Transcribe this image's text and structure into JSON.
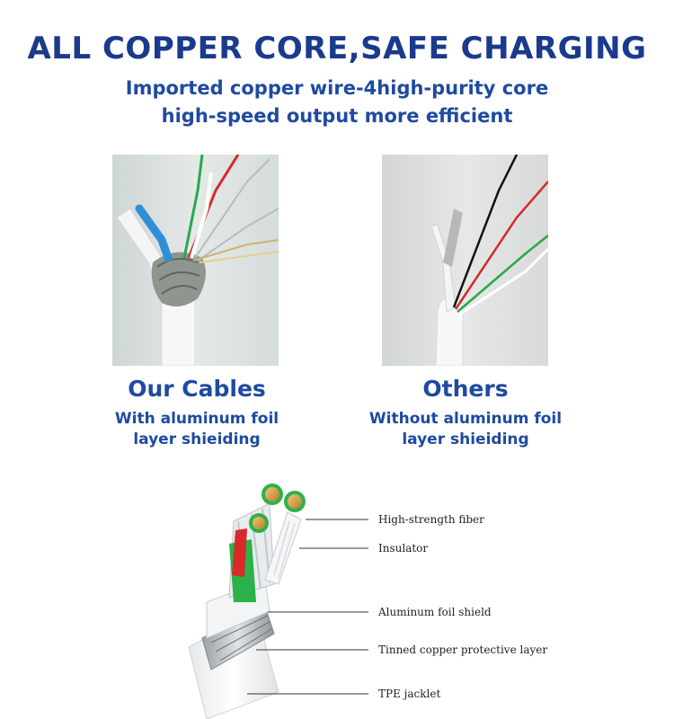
{
  "header": {
    "title": "ALL COPPER CORE,SAFE CHARGING",
    "subtitle_line1": "Imported copper wire-4high-purity core",
    "subtitle_line2": "high-speed output more efficient"
  },
  "comparison": {
    "left": {
      "title": "Our Cables",
      "desc_line1": "With aluminum foil",
      "desc_line2": "layer shieiding"
    },
    "right": {
      "title": "Others",
      "desc_line1": "Without aluminum foil",
      "desc_line2": "layer shieiding"
    }
  },
  "diagram": {
    "labels": [
      "High-strength fiber",
      "Insulator",
      "Aluminum foil shield",
      "Tinned copper protective layer",
      "TPE  jacklet"
    ]
  },
  "colors": {
    "title": "#1a3a8c",
    "text_blue": "#1f4aa0"
  }
}
